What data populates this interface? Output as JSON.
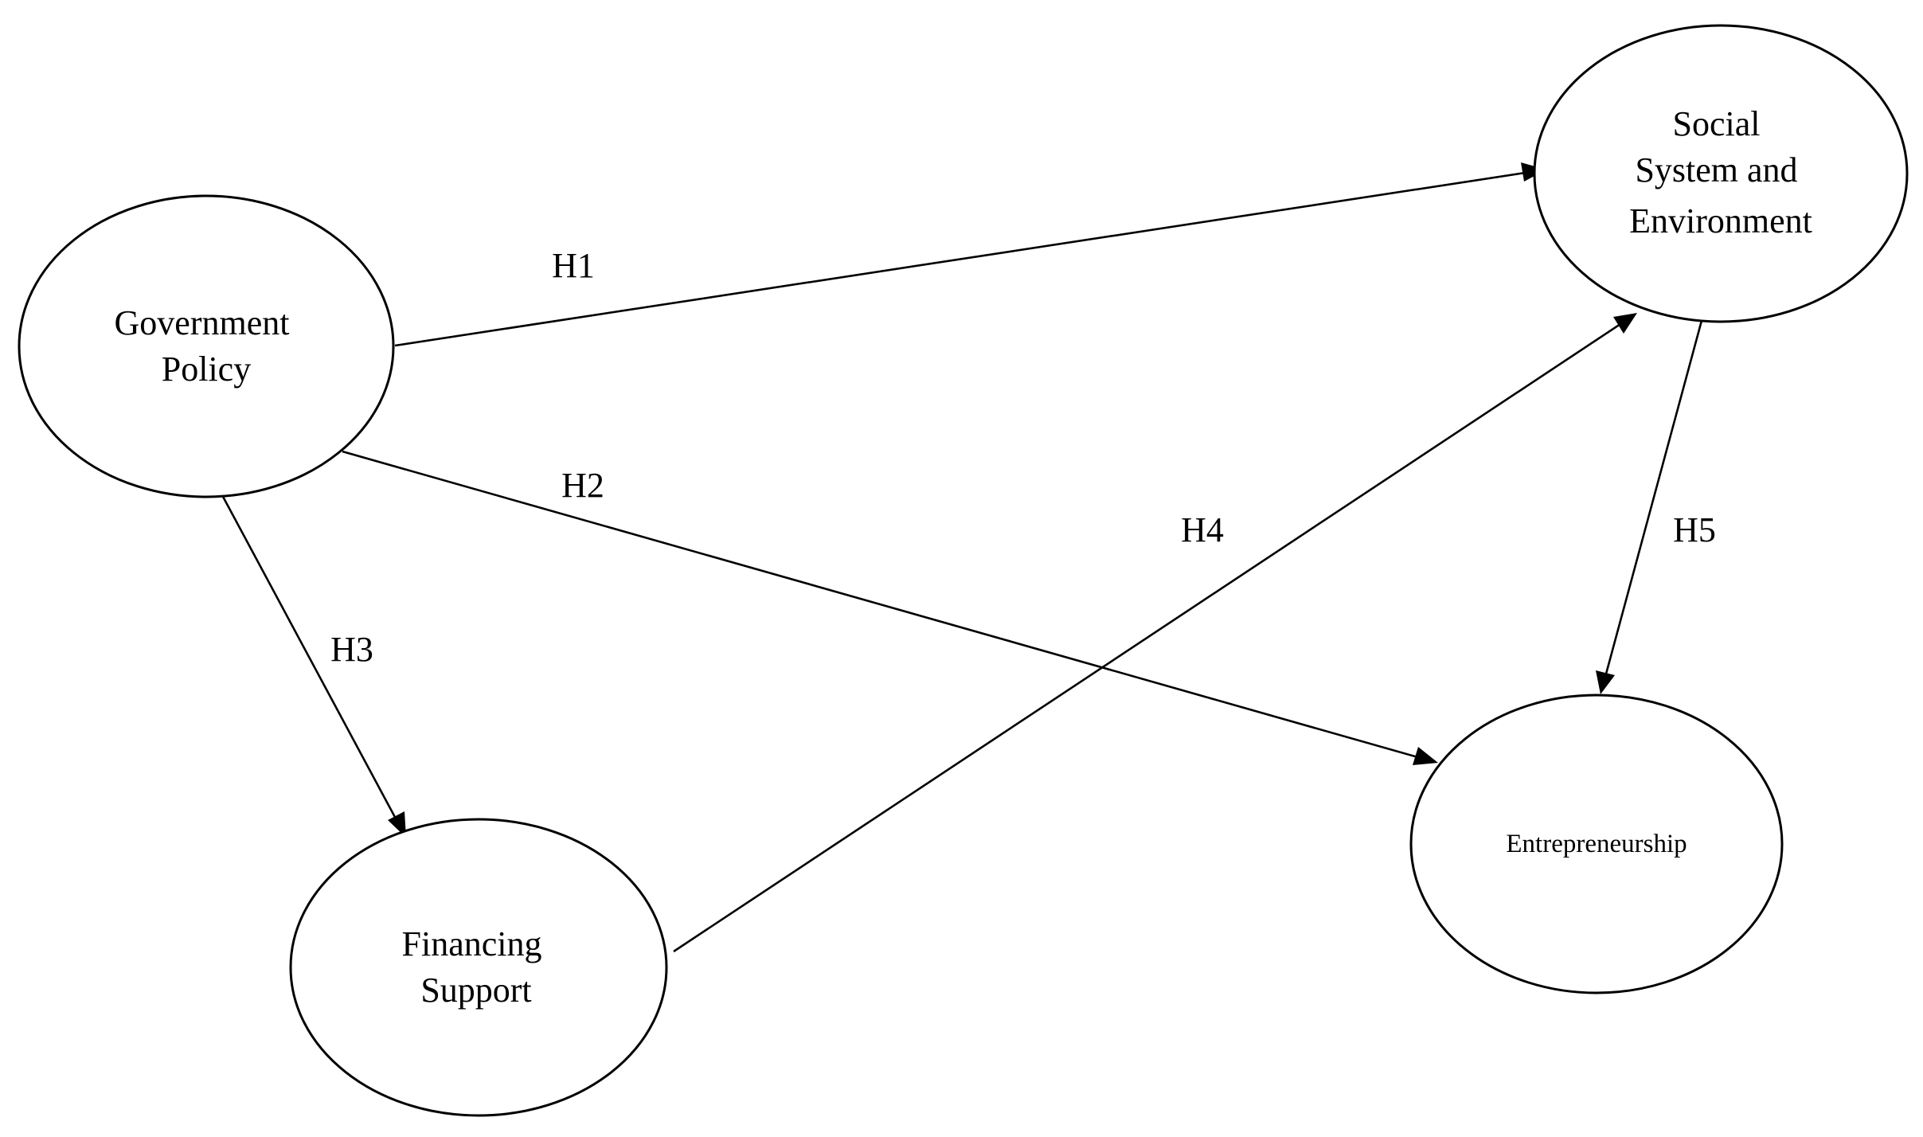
{
  "nodes": {
    "government_policy": {
      "lines": [
        "Government",
        "Policy"
      ]
    },
    "social_system": {
      "lines": [
        "Social",
        "System and",
        "Environment"
      ]
    },
    "financing_support": {
      "lines": [
        "Financing",
        "Support"
      ]
    },
    "entrepreneurship": {
      "lines": [
        "Entrepreneurship"
      ]
    }
  },
  "edges": {
    "h1": {
      "label": "H1",
      "from": "government_policy",
      "to": "social_system"
    },
    "h2": {
      "label": "H2",
      "from": "government_policy",
      "to": "entrepreneurship"
    },
    "h3": {
      "label": "H3",
      "from": "government_policy",
      "to": "financing_support"
    },
    "h4": {
      "label": "H4",
      "from": "financing_support",
      "to": "social_system"
    },
    "h5": {
      "label": "H5",
      "from": "social_system",
      "to": "entrepreneurship"
    }
  }
}
